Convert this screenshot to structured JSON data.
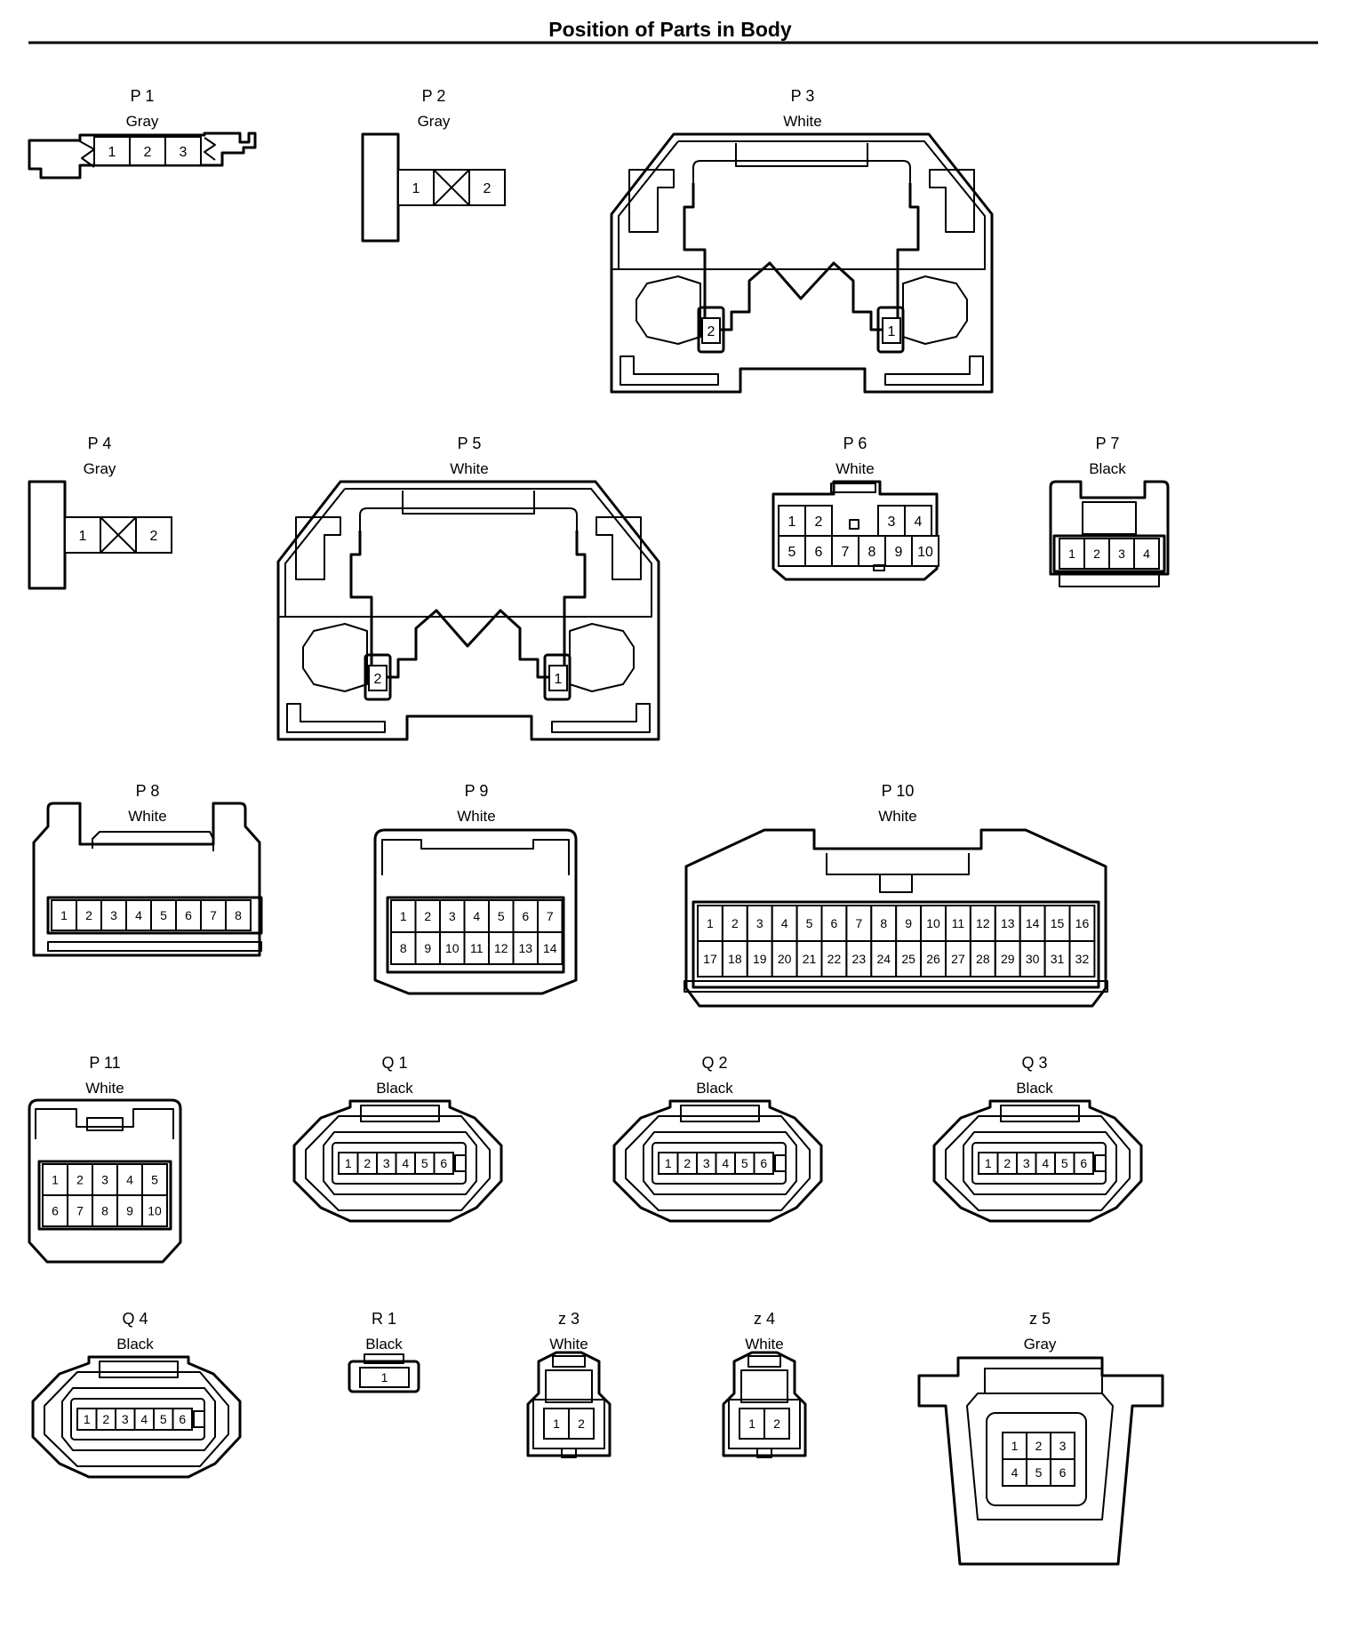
{
  "title": "Position of Parts in Body",
  "connectors": [
    {
      "id": "P 1",
      "color": "Gray",
      "pins": [
        "1",
        "2",
        "3"
      ]
    },
    {
      "id": "P 2",
      "color": "Gray",
      "pins": [
        "1",
        "2"
      ]
    },
    {
      "id": "P 3",
      "color": "White",
      "pins": [
        "2",
        "1"
      ]
    },
    {
      "id": "P 4",
      "color": "Gray",
      "pins": [
        "1",
        "2"
      ]
    },
    {
      "id": "P 5",
      "color": "White",
      "pins": [
        "2",
        "1"
      ]
    },
    {
      "id": "P 6",
      "color": "White",
      "pins": [
        "1",
        "2",
        "3",
        "4",
        "5",
        "6",
        "7",
        "8",
        "9",
        "10"
      ]
    },
    {
      "id": "P 7",
      "color": "Black",
      "pins": [
        "1",
        "2",
        "3",
        "4"
      ]
    },
    {
      "id": "P 8",
      "color": "White",
      "pins": [
        "1",
        "2",
        "3",
        "4",
        "5",
        "6",
        "7",
        "8"
      ]
    },
    {
      "id": "P 9",
      "color": "White",
      "pins": [
        "1",
        "2",
        "3",
        "4",
        "5",
        "6",
        "7",
        "8",
        "9",
        "10",
        "11",
        "12",
        "13",
        "14"
      ]
    },
    {
      "id": "P 10",
      "color": "White",
      "pins": [
        "1",
        "2",
        "3",
        "4",
        "5",
        "6",
        "7",
        "8",
        "9",
        "10",
        "11",
        "12",
        "13",
        "14",
        "15",
        "16",
        "17",
        "18",
        "19",
        "20",
        "21",
        "22",
        "23",
        "24",
        "25",
        "26",
        "27",
        "28",
        "29",
        "30",
        "31",
        "32"
      ]
    },
    {
      "id": "P 11",
      "color": "White",
      "pins": [
        "1",
        "2",
        "3",
        "4",
        "5",
        "6",
        "7",
        "8",
        "9",
        "10"
      ]
    },
    {
      "id": "Q 1",
      "color": "Black",
      "pins": [
        "1",
        "2",
        "3",
        "4",
        "5",
        "6"
      ]
    },
    {
      "id": "Q 2",
      "color": "Black",
      "pins": [
        "1",
        "2",
        "3",
        "4",
        "5",
        "6"
      ]
    },
    {
      "id": "Q 3",
      "color": "Black",
      "pins": [
        "1",
        "2",
        "3",
        "4",
        "5",
        "6"
      ]
    },
    {
      "id": "Q 4",
      "color": "Black",
      "pins": [
        "1",
        "2",
        "3",
        "4",
        "5",
        "6"
      ]
    },
    {
      "id": "R 1",
      "color": "Black",
      "pins": [
        "1"
      ]
    },
    {
      "id": "z 3",
      "color": "White",
      "pins": [
        "1",
        "2"
      ]
    },
    {
      "id": "z 4",
      "color": "White",
      "pins": [
        "1",
        "2"
      ]
    },
    {
      "id": "z 5",
      "color": "Gray",
      "pins": [
        "1",
        "2",
        "3",
        "4",
        "5",
        "6"
      ]
    }
  ]
}
